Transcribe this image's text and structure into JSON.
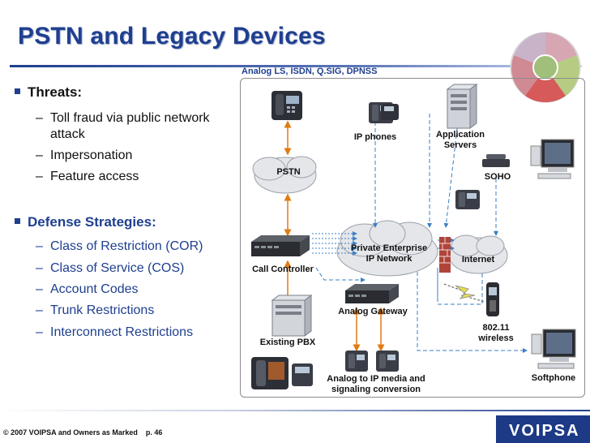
{
  "slide": {
    "title": "PSTN and Legacy Devices",
    "subtitle": "Analog LS, ISDN, Q.SIG, DPNSS"
  },
  "threats": {
    "heading": "Threats:",
    "items": [
      {
        "lines": [
          "Toll fraud via public network",
          "attack"
        ]
      },
      {
        "lines": [
          "Impersonation"
        ]
      },
      {
        "lines": [
          "Feature access"
        ]
      }
    ]
  },
  "defense": {
    "heading": "Defense Strategies:",
    "items": [
      {
        "lines": [
          "Class of Restriction (COR)"
        ]
      },
      {
        "lines": [
          "Class of Service (COS)"
        ]
      },
      {
        "lines": [
          "Account Codes"
        ]
      },
      {
        "lines": [
          "Trunk Restrictions"
        ]
      },
      {
        "lines": [
          "Interconnect Restrictions"
        ]
      }
    ]
  },
  "diagram": {
    "labels": {
      "pstn": "PSTN",
      "ip_phones": "IP phones",
      "app_servers_1": "Application",
      "app_servers_2": "Servers",
      "soho": "SOHO",
      "private_net_1": "Private Enterprise",
      "private_net_2": "IP Network",
      "internet": "Internet",
      "call_controller": "Call Controller",
      "analog_gateway": "Analog Gateway",
      "existing_pbx": "Existing PBX",
      "wireless_1": "802.11",
      "wireless_2": "wireless",
      "conversion_1": "Analog to IP media and",
      "conversion_2": "signaling conversion",
      "softphone": "Softphone"
    }
  },
  "footer": {
    "copyright": "© 2007 VOIPSA and Owners as Marked",
    "page": "p. 46"
  },
  "logo_text": "VOIPSA",
  "colors": {
    "title": "#1f3f8f",
    "bullet_blue": "#1f3f8f",
    "link_orange": "#e07b12",
    "link_dotted": "#3b7fc4",
    "firewall": "#b0443a"
  }
}
